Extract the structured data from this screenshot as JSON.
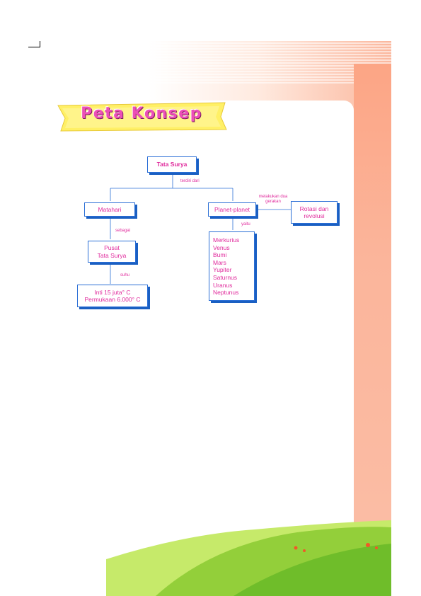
{
  "title": "Peta Konsep",
  "map": {
    "root": "Tata Surya",
    "root_relation": "terdiri dari",
    "matahari": "Matahari",
    "matahari_relation": "sebagai",
    "pusat_line1": "Pusat",
    "pusat_line2": "Tata Surya",
    "pusat_relation": "suhu",
    "suhu_line1": "Inti 15 juta° C",
    "suhu_line2": "Permukaan 6.000° C",
    "planet": "Planet-planet",
    "planet_relation": "yaitu",
    "gerakan_relation_line1": "melakukan dua",
    "gerakan_relation_line2": "gerakan",
    "rotasi_line1": "Rotasi dan",
    "rotasi_line2": "revolusi",
    "planets": [
      "Merkurius",
      "Venus",
      "Bumi",
      "Mars",
      "Yupiter",
      "Saturnus",
      "Uranus",
      "Neptunus"
    ]
  },
  "colors": {
    "accent_pink": "#e02a9c",
    "box_blue": "#2b6fd6",
    "banner_yellow": "#fff066",
    "frame_salmon": "#fbb79d"
  }
}
